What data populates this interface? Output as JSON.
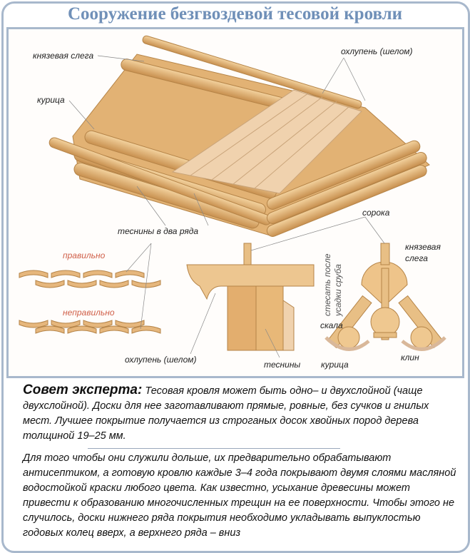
{
  "title": "Сооружение безгвоздевой тесовой кровли",
  "labels": {
    "ridge_log_top": "князевая слега",
    "kuritsa_top": "курица",
    "okhlupen_top": "охлупень (шелом)",
    "planks_two_rows": "теснины в два ряда",
    "correct": "правильно",
    "incorrect": "неправильно",
    "soroka": "сорока",
    "ridge_log_right_1": "князевая",
    "ridge_log_right_2": "слега",
    "trim_1": "стесать после",
    "trim_2": "усадки сруба",
    "skala": "скала",
    "okhlupen_bottom": "охлупень (шелом)",
    "tesniny": "теснины",
    "kuritsa_bottom": "курица",
    "klin": "клин"
  },
  "tip": {
    "heading": "Совет эксперта:",
    "p1": " Тесовая кровля может быть одно– и двухслойной (чаще двухслойной). Доски для нее заготавливают прямые, ровные, без сучков и гнилых мест. Лучшее покрытие получается из строганых досок хвойных пород дерева толщиной 19–25 мм.",
    "p2": " Для того чтобы они служили дольше, их предварительно обрабатывают антисептиком, а готовую кровлю каждые 3–4 года покрывают двумя слоями масляной водостойкой краски любого цвета. Как известно, усыхание древесины может привести к образованию многочисленных трещин на ее поверхности. Чтобы этого не случилось, доски нижнего ряда покрытия необходимо укладывать выпуклостью годовых колец вверх, а верхнего ряда – вниз"
  },
  "colors": {
    "frame": "#a8b8cc",
    "title": "#7090b8",
    "wood": "#e8bf85",
    "wood_dark": "#c89458",
    "plank": "#f0d2ae"
  }
}
